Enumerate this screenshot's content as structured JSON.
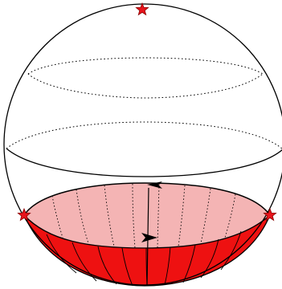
{
  "diagram": {
    "colors": {
      "outline": "#000000",
      "cap_top_fill": "#f4b4b4",
      "cap_bottom_fill": "#ee1111",
      "star_fill": "#e8141c",
      "star_stroke": "#8a0000"
    },
    "markers": {
      "stars": [
        "north-pole-star",
        "left-star",
        "right-star"
      ],
      "arrows": [
        "rim-arrow-left",
        "inner-arrow-right"
      ]
    }
  }
}
